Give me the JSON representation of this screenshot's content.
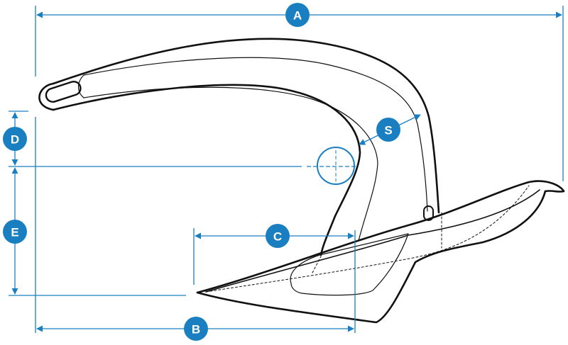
{
  "colors": {
    "dimension": "#1a7fc1",
    "outline": "#111111",
    "background": "#ffffff"
  },
  "dimension_labels": {
    "a": "A",
    "b": "B",
    "c": "C",
    "d": "D",
    "e": "E",
    "s": "S"
  }
}
